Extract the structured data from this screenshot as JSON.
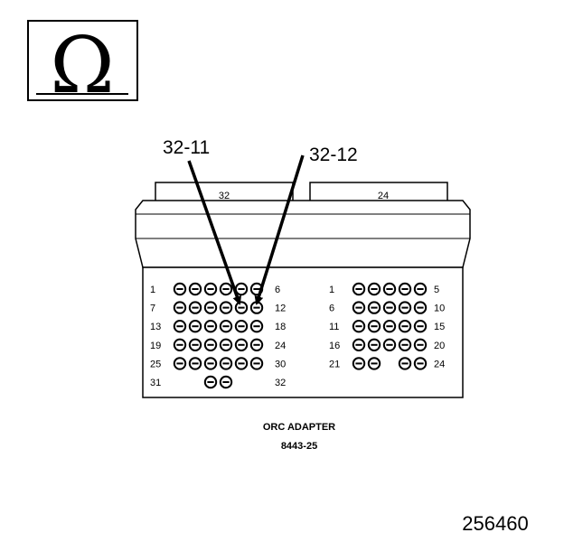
{
  "meter_symbol": {
    "icon": "ohm-symbol-icon",
    "glyph": "Ω"
  },
  "callouts": [
    {
      "label": "32-11"
    },
    {
      "label": "32-12"
    }
  ],
  "connector_left": {
    "tab_label": "32",
    "rows": [
      {
        "start": "1",
        "end": "6",
        "sockets": 6
      },
      {
        "start": "7",
        "end": "12",
        "sockets": 6
      },
      {
        "start": "13",
        "end": "18",
        "sockets": 6
      },
      {
        "start": "19",
        "end": "24",
        "sockets": 6
      },
      {
        "start": "25",
        "end": "30",
        "sockets": 6
      },
      {
        "start": "31",
        "end": "32",
        "sockets": 2
      }
    ]
  },
  "connector_right": {
    "tab_label": "24",
    "rows": [
      {
        "start": "1",
        "end": "5",
        "sockets": 5
      },
      {
        "start": "6",
        "end": "10",
        "sockets": 5
      },
      {
        "start": "11",
        "end": "15",
        "sockets": 5
      },
      {
        "start": "16",
        "end": "20",
        "sockets": 5
      },
      {
        "start": "21",
        "end": "24",
        "sockets": 4
      }
    ]
  },
  "caption": {
    "title": "ORC ADAPTER",
    "part_number": "8443-25"
  },
  "figure_number": "256460"
}
